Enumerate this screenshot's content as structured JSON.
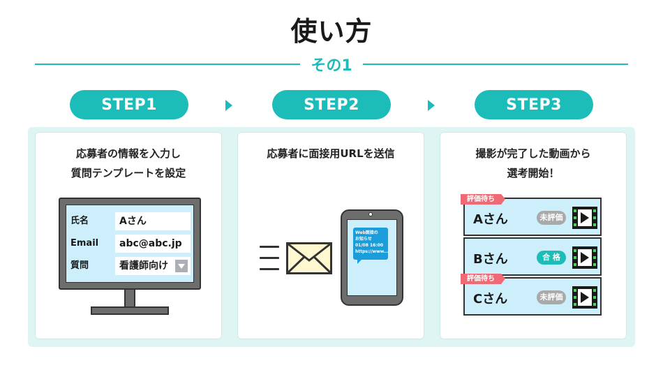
{
  "page": {
    "title": "使い方",
    "subtitle": "その1"
  },
  "colors": {
    "accent": "#1cbcb8",
    "light_bg": "#dff5f3",
    "screen": "#cdeffb",
    "tag_red": "#ef6a75",
    "pending_gray": "#a9a9a9",
    "message_blue": "#1c9ddb"
  },
  "steps": [
    {
      "label": "STEP1",
      "lines": [
        "応募者の情報を入力し",
        "質問テンプレートを設定"
      ]
    },
    {
      "label": "STEP2",
      "lines": [
        "応募者に面接用URLを送信"
      ]
    },
    {
      "label": "STEP3",
      "lines": [
        "撮影が完了した動画から",
        "選考開始！"
      ]
    }
  ],
  "form": {
    "fields": [
      {
        "label": "氏名",
        "value": "Aさん"
      },
      {
        "label": "Email",
        "value": "abc@abc.jp"
      },
      {
        "label": "質問",
        "value": "看護師向け",
        "icon": "dropdown-arrow-icon"
      }
    ]
  },
  "message": {
    "lines": [
      "Web面接の",
      "お知らせ",
      "01/08 16:00",
      "https://www..."
    ]
  },
  "candidates": [
    {
      "name": "Aさん",
      "tag": "評価待ち",
      "status": "未評価",
      "status_kind": "pending"
    },
    {
      "name": "Bさん",
      "tag": "",
      "status": "合 格",
      "status_kind": "pass"
    },
    {
      "name": "Cさん",
      "tag": "評価待ち",
      "status": "未評価",
      "status_kind": "pending"
    }
  ]
}
